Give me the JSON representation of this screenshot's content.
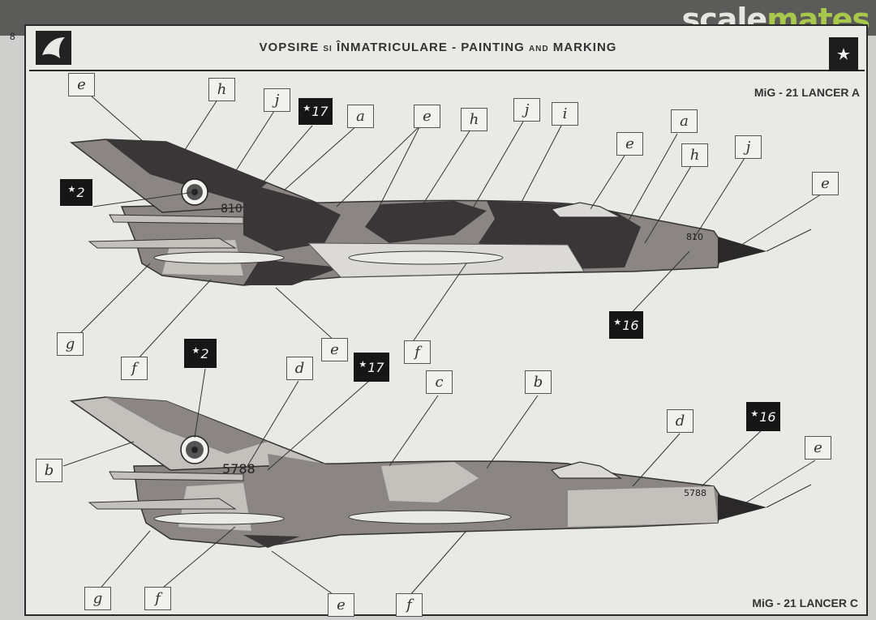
{
  "watermark": {
    "part1": "scale",
    "part2": "mates"
  },
  "page_number": "8",
  "header": {
    "title_a": "VOPSIRE",
    "title_b": "SI",
    "title_c": "ÎNMATRICULARE",
    "title_d": "- PAINTING",
    "title_e": "AND",
    "title_f": "MARKING"
  },
  "top_aircraft": {
    "title": "MiG - 21 LANCER A",
    "tail_number": "810",
    "nose_number": "810",
    "callouts": [
      "e",
      "h",
      "j",
      "17",
      "a",
      "e",
      "h",
      "j",
      "i",
      "e",
      "a",
      "h",
      "j",
      "e",
      "2",
      "16",
      "g",
      "f",
      "e",
      "f"
    ]
  },
  "bottom_aircraft": {
    "title": "MiG - 21 LANCER C",
    "tail_number": "5788",
    "nose_number": "5788",
    "callouts": [
      "2",
      "d",
      "17",
      "c",
      "b",
      "d",
      "16",
      "e",
      "b",
      "g",
      "f",
      "e",
      "f"
    ]
  },
  "colors": {
    "dark": "#3a3537",
    "medium": "#8b8583",
    "light": "#c4c0bb",
    "pale": "#dcdad6"
  }
}
